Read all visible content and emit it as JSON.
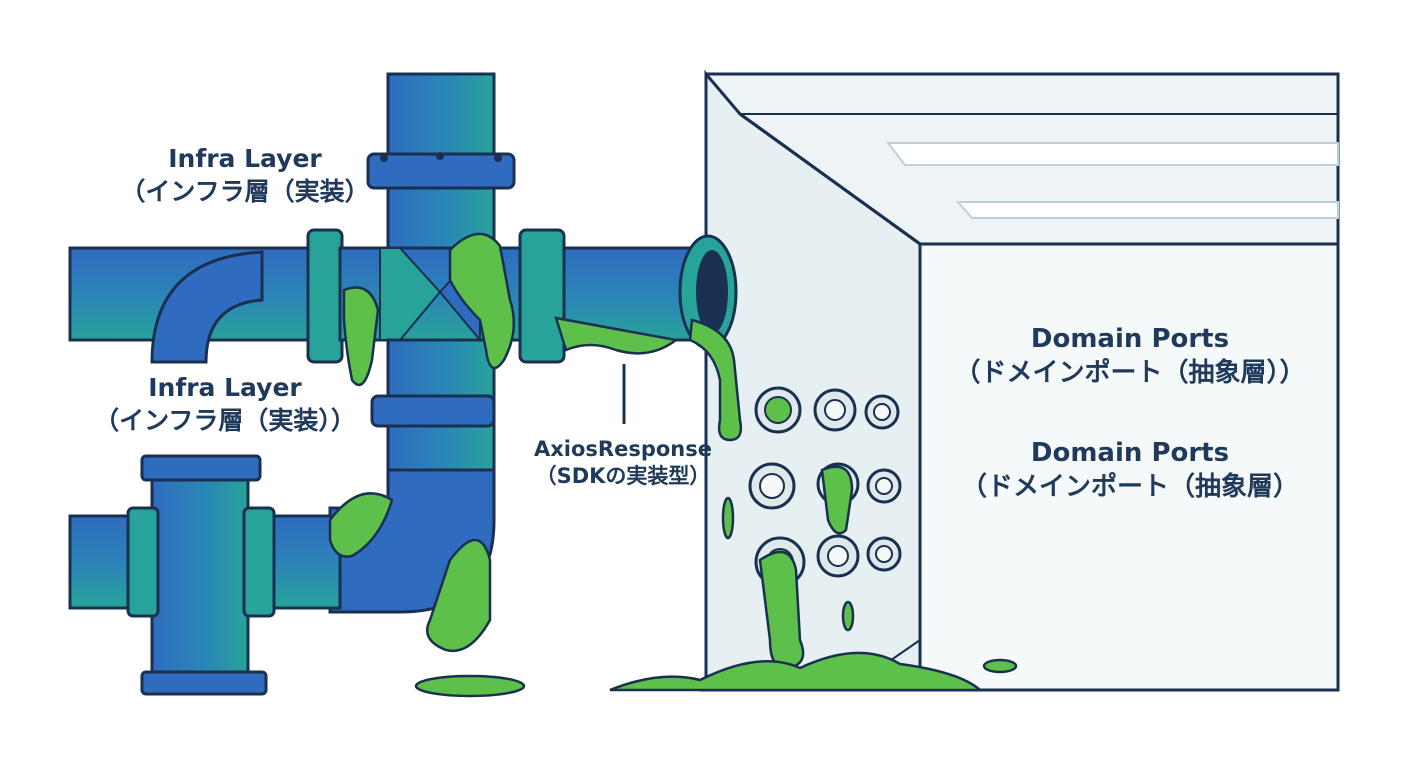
{
  "labels": {
    "infra_top": {
      "line1": "Infra Layer",
      "line2": "（インフラ層（実装）"
    },
    "infra_bottom": {
      "line1": "Infra Layer",
      "line2": "（インフラ層（実装））"
    },
    "axios": {
      "line1": "AxiosResponse",
      "line2": "（SDKの実装型）"
    },
    "ports_top": {
      "line1": "Domain Ports",
      "line2": "（ドメインポート（抽象層））"
    },
    "ports_bottom": {
      "line1": "Domain Ports",
      "line2": "（ドメインポート（抽象層）"
    }
  },
  "colors": {
    "pipe_blue": "#2f6cc0",
    "pipe_teal": "#27a39a",
    "outline": "#1a3050",
    "slime": "#5cc04a",
    "wall_face": "#eef4f6",
    "wall_edge": "#dde8ec"
  }
}
